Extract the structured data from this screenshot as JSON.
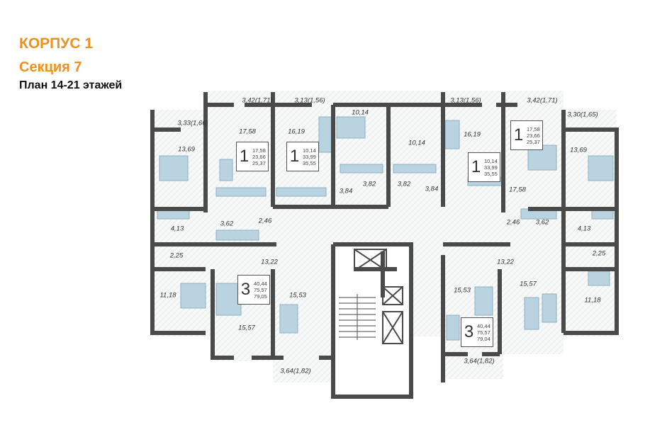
{
  "header": {
    "building": "КОРПУС 1",
    "section": "Секция 7",
    "plan": "План 14-21 этажей"
  },
  "colors": {
    "accent": "#f0901e",
    "walls": "#4a4a4a",
    "furniture": "#b9d3e0"
  },
  "rooms": [
    "3,42(1,71)",
    "3,13(1,56)",
    "3,13(1,56)",
    "3,42(1,71)",
    "3,30(1,65)",
    "3,33(1,66)",
    "17,58",
    "16,19",
    "10,14",
    "10,14",
    "16,19",
    "17,58",
    "13,69",
    "13,69",
    "3,84",
    "3,82",
    "3,82",
    "3,84",
    "3,62",
    "2,46",
    "2,46",
    "3,62",
    "4,13",
    "4,13",
    "2,25",
    "2,25",
    "13,22",
    "13,22",
    "11,18",
    "15,57",
    "15,53",
    "15,53",
    "15,57",
    "11,18",
    "3,64(1,82)",
    "3,64(1,82)"
  ],
  "apartments": [
    {
      "rooms": "1",
      "living": "17,58",
      "total": "23,66",
      "total_with_balcony": "25,37"
    },
    {
      "rooms": "1",
      "living": "10,14",
      "total": "33,99",
      "total_with_balcony": "35,55"
    },
    {
      "rooms": "1",
      "living": "10,14",
      "total": "33,99",
      "total_with_balcony": "35,55"
    },
    {
      "rooms": "1",
      "living": "17,58",
      "total": "23,66",
      "total_with_balcony": "25,37"
    },
    {
      "rooms": "3",
      "living": "40,44",
      "total": "75,57",
      "total_with_balcony": "79,05"
    },
    {
      "rooms": "3",
      "living": "40,44",
      "total": "75,57",
      "total_with_balcony": "79,04"
    }
  ]
}
